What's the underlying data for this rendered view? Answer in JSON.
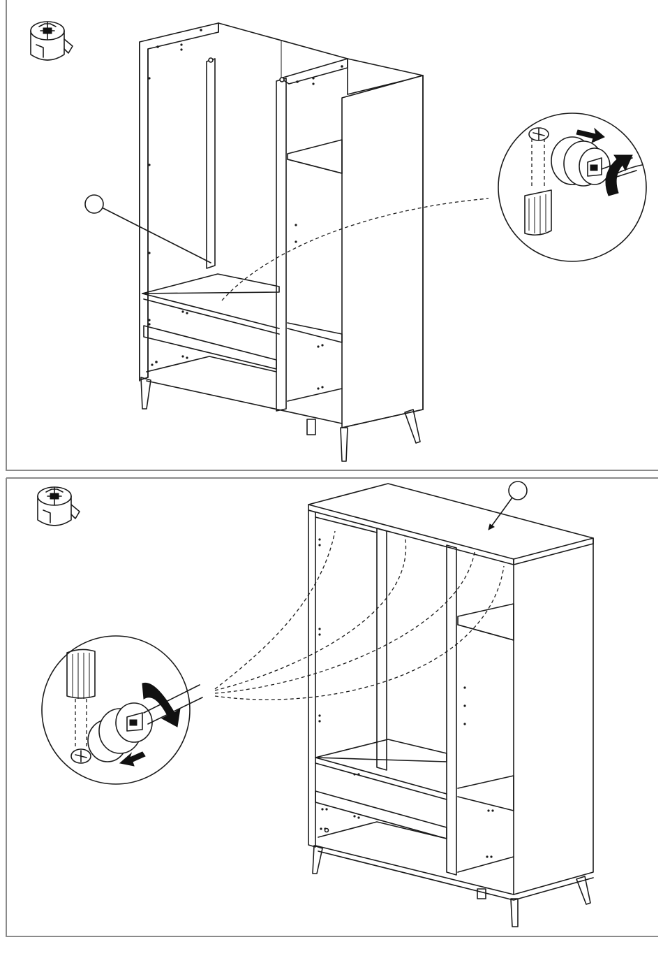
{
  "manual": {
    "steps": [
      {
        "id": "attach-back-top-panel",
        "icon": "cam-lock-fitting-icon",
        "callout_label": "",
        "rotation_arrow": "clockwise"
      },
      {
        "id": "fit-top-panel",
        "icon": "cam-lock-fitting-icon",
        "callout_label": "",
        "rotation_arrow": "clockwise"
      }
    ],
    "colors": {
      "ink": "#1a1a1a",
      "frame": "#8a8a8a",
      "background": "#ffffff"
    }
  }
}
